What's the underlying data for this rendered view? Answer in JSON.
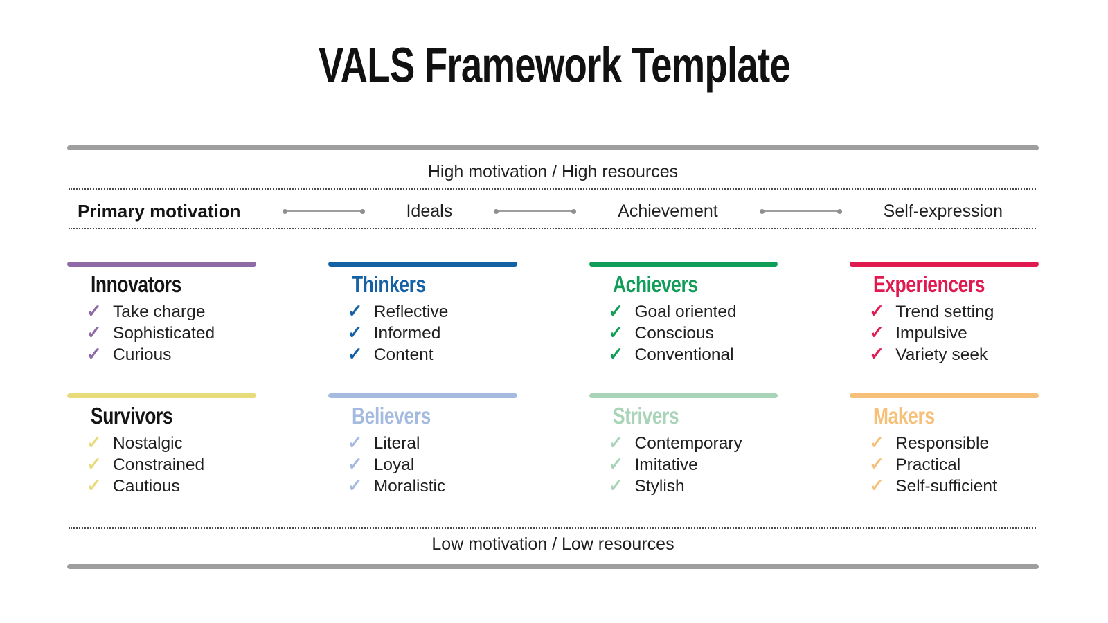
{
  "title": "VALS Framework Template",
  "axes": {
    "top": "High motivation / High resources",
    "bottom": "Low motivation / Low resources"
  },
  "motivation_row": {
    "label": "Primary motivation",
    "categories": [
      "Ideals",
      "Achievement",
      "Self-expression"
    ]
  },
  "check_icon": "✓",
  "colors": {
    "rule_gray": "#9e9e9e",
    "dotted_line": "#4a4a4a",
    "title_black": "#111111"
  },
  "segments": [
    {
      "name": "Innovators",
      "accent": "#8e6ba7",
      "title_color": "#141414",
      "traits": [
        "Take charge",
        "Sophisticated",
        "Curious"
      ]
    },
    {
      "name": "Thinkers",
      "accent": "#1561a5",
      "title_color": "#1561a5",
      "traits": [
        "Reflective",
        "Informed",
        "Content"
      ]
    },
    {
      "name": "Achievers",
      "accent": "#0f9d58",
      "title_color": "#0f9d58",
      "traits": [
        "Goal oriented",
        "Conscious",
        "Conventional"
      ]
    },
    {
      "name": "Experiencers",
      "accent": "#e01a4f",
      "title_color": "#e01a4f",
      "traits": [
        "Trend setting",
        "Impulsive",
        "Variety seek"
      ]
    },
    {
      "name": "Survivors",
      "accent": "#e8db7c",
      "title_color": "#141414",
      "traits": [
        "Nostalgic",
        "Constrained",
        "Cautious"
      ]
    },
    {
      "name": "Believers",
      "accent": "#a4badf",
      "title_color": "#a4badf",
      "traits": [
        "Literal",
        "Loyal",
        "Moralistic"
      ]
    },
    {
      "name": "Strivers",
      "accent": "#a9d4b8",
      "title_color": "#a9d4b8",
      "traits": [
        "Contemporary",
        "Imitative",
        "Stylish"
      ]
    },
    {
      "name": "Makers",
      "accent": "#f6c078",
      "title_color": "#f6c078",
      "traits": [
        "Responsible",
        "Practical",
        "Self-sufficient"
      ]
    }
  ]
}
